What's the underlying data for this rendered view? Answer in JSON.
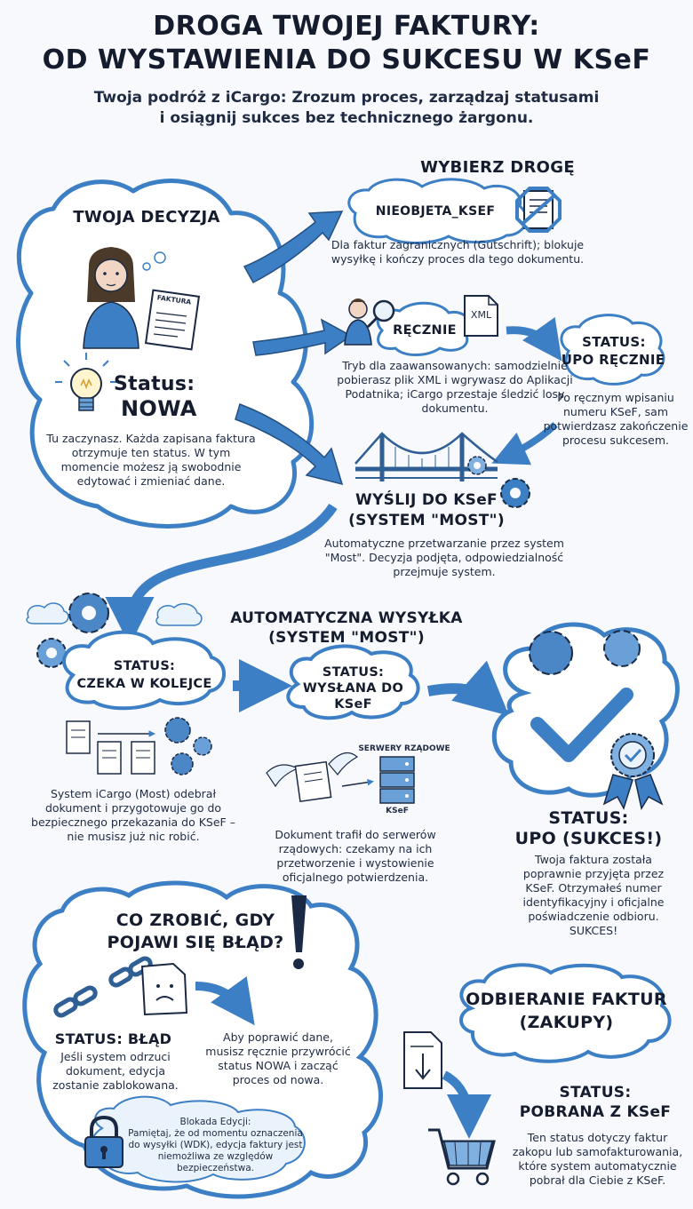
{
  "title": {
    "line1": "DROGA TWOJEJ FAKTURY:",
    "line2": "OD WYSTAWIENIA DO SUKCESU W KSeF"
  },
  "subtitle": {
    "line1": "Twoja podróż z iCargo: Zrozum proces, zarządzaj statusami",
    "line2": "i osiągnij sukces bez technicznego żargonu."
  },
  "decision": {
    "heading": "TWOJA DECYZJA",
    "invoice_label": "FAKTURA",
    "status_label": "Status:",
    "status_value": "NOWA",
    "description": "Tu zaczynasz. Każda zapisana faktura otrzymuje ten status. W tym momencie możesz ją swobodnie edytować i zmieniać dane."
  },
  "choose_path": {
    "heading": "WYBIERZ DROGĘ",
    "nieobjeta": {
      "label": "NIEOBJETA_KSEF",
      "description": "Dla faktur zagranicznych (Gutschrift); blokuje wysyłkę i kończy proces dla tego dokumentu."
    },
    "manual": {
      "label": "RĘCZNIE",
      "file_label": "XML",
      "description": "Tryb dla zaawansowanych: samodzielnie pobierasz plik XML i wgrywasz do Aplikacji Podatnika; iCargo przestaje śledzić losy dokumentu."
    },
    "upo_manual": {
      "label_line1": "STATUS:",
      "label_line2": "UPO RĘCZNIE",
      "description": "Po ręcznym wpisaniu numeru KSeF, sam potwierdzasz zakończenie procesu sukcesem."
    },
    "send": {
      "label_line1": "WYŚLIJ DO KSeF",
      "label_line2": "(SYSTEM \"MOST\")",
      "description": "Automatyczne przetwarzanie przez system \"Most\". Decyzja podjęta, odpowiedzialność przejmuje system."
    }
  },
  "automatic": {
    "heading_line1": "AUTOMATYCZNA WYSYŁKA",
    "heading_line2": "(SYSTEM \"MOST\")",
    "queue": {
      "label_line1": "STATUS:",
      "label_line2": "CZEKA W KOLEJCE",
      "description": "System iCargo (Most) odebrał dokument i przygotowuje go do bezpiecznego przekazania do KSeF – nie musisz już nic robić."
    },
    "sent": {
      "label_line1": "STATUS:",
      "label_line2": "WYSŁANA DO",
      "label_line3": "KSeF",
      "servers_label": "SERWERY RZĄDOWE",
      "server_caption": "KSeF",
      "description": "Dokument trafił do serwerów rządowych: czekamy na ich przetworzenie i wystowienie oficjalnego potwierdzenia."
    },
    "success": {
      "label_line1": "STATUS:",
      "label_line2": "UPO (SUKCES!)",
      "description": "Twoja faktura została poprawnie przyjęta przez KSeF. Otrzymałeś numer identyfikacyjny i oficjalne poświadczenie odbioru. SUKCES!"
    }
  },
  "error": {
    "heading_line1": "CO ZROBIĆ, GDY",
    "heading_line2": "POJAWI SIĘ BŁĄD?",
    "status_label": "STATUS: BŁĄD",
    "description": "Jeśli system odrzuci dokument, edycja zostanie zablokowana.",
    "fix": "Aby poprawić dane, musisz ręcznie przywrócić status NOWA i zacząć proces od nowa.",
    "lock_title": "Blokada Edycji:",
    "lock_text": "Pamiętaj, że od momentu oznaczenia do wysyłki (WDK), edycja faktury jest niemożliwa ze względów bezpieczeństwa."
  },
  "purchases": {
    "heading_line1": "ODBIERANIE FAKTUR",
    "heading_line2": "(ZAKUPY)",
    "status_line1": "STATUS:",
    "status_line2": "POBRANA Z KSeF",
    "description": "Ten status dotyczy faktur zakopu lub samofakturowania, które system automatycznie pobrał dla Ciebie z KSeF."
  },
  "colors": {
    "ink": "#1b2a44",
    "accent": "#3c7fc4",
    "accent_light": "#cfe2f5",
    "cloud_fill": "#ffffff",
    "background": "#f7f9fc"
  }
}
